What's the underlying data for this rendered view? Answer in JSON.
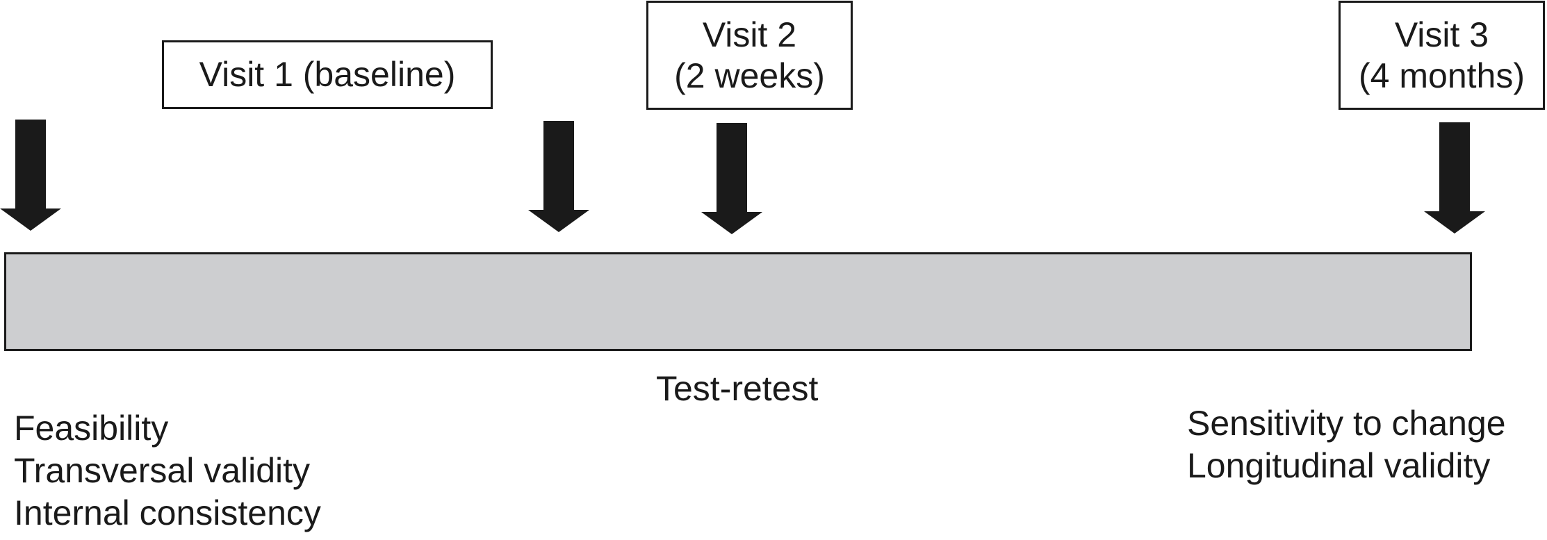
{
  "boxes": {
    "visit1": "Visit 1 (baseline)",
    "visit2": {
      "line1": "Visit 2",
      "line2": "(2 weeks)"
    },
    "visit3": {
      "line1": "Visit 3",
      "line2": "(4 months)"
    }
  },
  "center_label": "Test-retest",
  "left_labels": [
    "Feasibility",
    "Transversal validity",
    "Internal consistency"
  ],
  "right_labels": [
    "Sensitivity to change",
    "Longitudinal validity"
  ],
  "colors": {
    "bar_fill": "#cdced0",
    "stroke": "#1a1a1a",
    "box_fill": "#ffffff"
  },
  "icons": {
    "arrows": "down-arrow-icon"
  }
}
